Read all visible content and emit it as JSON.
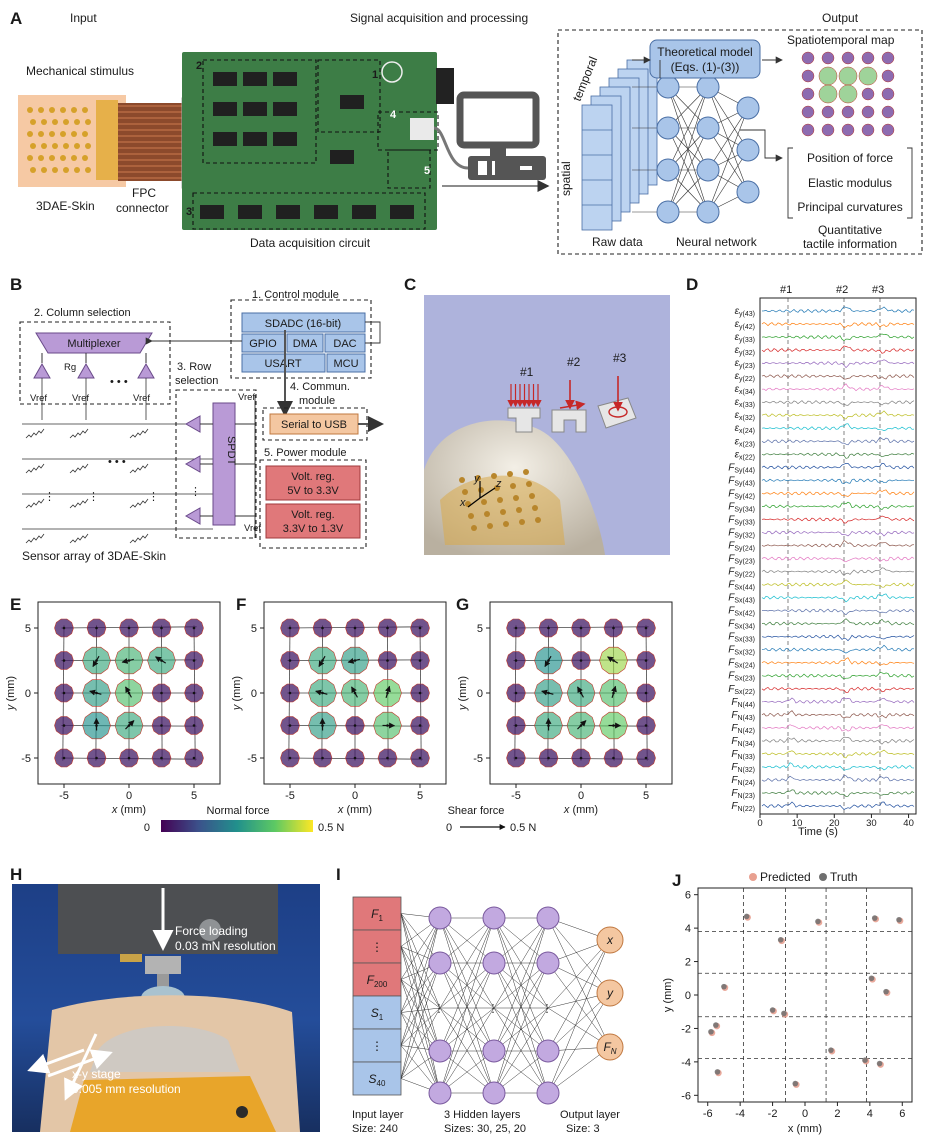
{
  "panel_letters": [
    "A",
    "B",
    "C",
    "D",
    "E",
    "F",
    "G",
    "H",
    "I",
    "J"
  ],
  "panel_a": {
    "section_input": "Input",
    "section_signal": "Signal acquisition and processing",
    "section_output": "Output",
    "mech_stimulus": "Mechanical stimulus",
    "skin_label": "3DAE-Skin",
    "fpc_label_1": "FPC",
    "fpc_label_2": "connector",
    "circuit_label": "Data acquisition circuit",
    "circuit_regions": [
      "1",
      "2",
      "3",
      "4",
      "5"
    ],
    "temporal": "temporal",
    "spatial": "spatial",
    "raw_data": "Raw data",
    "neural_network": "Neural network",
    "theory_1": "Theoretical model",
    "theory_2": "(Eqs. (1)-(3))",
    "spatiotemporal": "Spatiotemporal map",
    "outputs": [
      "Position of force",
      "Elastic modulus",
      "Principal curvatures"
    ],
    "quant_1": "Quantitative",
    "quant_2": "tactile information"
  },
  "panel_b": {
    "control_module": "1. Control module",
    "sdadc": "SDADC (16-bit)",
    "gpio": "GPIO",
    "dma": "DMA",
    "dac": "DAC",
    "usart": "USART",
    "mcu": "MCU",
    "column_selection": "2. Column selection",
    "multiplexer": "Multiplexer",
    "rg": "Rg",
    "vref": "Vref",
    "dots": "• • •",
    "row_selection_1": "3. Row",
    "row_selection_2": "selection",
    "spdt": "SPDT",
    "commun_1": "4. Commun.",
    "commun_2": "module",
    "serial": "Serial to USB",
    "power_module": "5. Power module",
    "volt1_1": "Volt. reg.",
    "volt1_2": "5V to 3.3V",
    "volt2_1": "Volt. reg.",
    "volt2_2": "3.3V to 1.3V",
    "array_caption": "Sensor array of 3DAE-Skin"
  },
  "panel_c": {
    "stim_labels": [
      "#1",
      "#2",
      "#3"
    ],
    "axis_x": "x",
    "axis_y": "y",
    "axis_z": "z"
  },
  "panel_d": {
    "markers": [
      "#1",
      "#2",
      "#3"
    ],
    "channels": [
      {
        "sym": "ε",
        "sub": "y(43)"
      },
      {
        "sym": "ε",
        "sub": "y(42)"
      },
      {
        "sym": "ε",
        "sub": "y(33)"
      },
      {
        "sym": "ε",
        "sub": "y(32)"
      },
      {
        "sym": "ε",
        "sub": "y(23)"
      },
      {
        "sym": "ε",
        "sub": "y(22)"
      },
      {
        "sym": "ε",
        "sub": "x(34)"
      },
      {
        "sym": "ε",
        "sub": "x(33)"
      },
      {
        "sym": "ε",
        "sub": "x(32)"
      },
      {
        "sym": "ε",
        "sub": "x(24)"
      },
      {
        "sym": "ε",
        "sub": "x(23)"
      },
      {
        "sym": "ε",
        "sub": "x(22)"
      },
      {
        "sym": "F",
        "sub": "Sy(44)"
      },
      {
        "sym": "F",
        "sub": "Sy(43)"
      },
      {
        "sym": "F",
        "sub": "Sy(42)"
      },
      {
        "sym": "F",
        "sub": "Sy(34)"
      },
      {
        "sym": "F",
        "sub": "Sy(33)"
      },
      {
        "sym": "F",
        "sub": "Sy(32)"
      },
      {
        "sym": "F",
        "sub": "Sy(24)"
      },
      {
        "sym": "F",
        "sub": "Sy(23)"
      },
      {
        "sym": "F",
        "sub": "Sy(22)"
      },
      {
        "sym": "F",
        "sub": "Sx(44)"
      },
      {
        "sym": "F",
        "sub": "Sx(43)"
      },
      {
        "sym": "F",
        "sub": "Sx(42)"
      },
      {
        "sym": "F",
        "sub": "Sx(34)"
      },
      {
        "sym": "F",
        "sub": "Sx(33)"
      },
      {
        "sym": "F",
        "sub": "Sx(32)"
      },
      {
        "sym": "F",
        "sub": "Sx(24)"
      },
      {
        "sym": "F",
        "sub": "Sx(23)"
      },
      {
        "sym": "F",
        "sub": "Sx(22)"
      },
      {
        "sym": "F",
        "sub": "N(44)"
      },
      {
        "sym": "F",
        "sub": "N(43)"
      },
      {
        "sym": "F",
        "sub": "N(42)"
      },
      {
        "sym": "F",
        "sub": "N(34)"
      },
      {
        "sym": "F",
        "sub": "N(33)"
      },
      {
        "sym": "F",
        "sub": "N(32)"
      },
      {
        "sym": "F",
        "sub": "N(24)"
      },
      {
        "sym": "F",
        "sub": "N(23)"
      },
      {
        "sym": "F",
        "sub": "N(22)"
      }
    ],
    "trace_colors": [
      "#1f77b4",
      "#ff7f0e",
      "#2ca02c",
      "#d62728",
      "#9467bd",
      "#8c564b",
      "#e377c2",
      "#7f7f7f",
      "#bcbd22",
      "#17becf",
      "#5a6fa8",
      "#3d7d3d",
      "#1f4e9e"
    ],
    "xticks": [
      "0",
      "10",
      "20",
      "30",
      "40"
    ],
    "xlabel": "Time (s)"
  },
  "panel_efg": {
    "xticks": [
      "-5",
      "0",
      "5"
    ],
    "yticks": [
      "5",
      "0",
      "-5"
    ],
    "xlabel_var": "x",
    "xlabel_unit": " (mm)",
    "ylabel_var": "y",
    "ylabel_unit": " (mm)",
    "colorbar_title": "Normal force",
    "colorbar_min": "0",
    "colorbar_max": "0.5 N",
    "shear_title": "Shear force",
    "shear_min": "0",
    "shear_max": "0.5 N"
  },
  "panel_h": {
    "force_1": "Force loading",
    "force_2": "0.03 mN resolution",
    "stage_1": "x-y stage",
    "stage_2": "0.005 mm resolution"
  },
  "panel_i": {
    "inputs": [
      {
        "main": "F",
        "sub": "1"
      },
      {
        "main": "⋮",
        "sub": ""
      },
      {
        "main": "F",
        "sub": "200"
      },
      {
        "main": "S",
        "sub": "1"
      },
      {
        "main": "⋮",
        "sub": ""
      },
      {
        "main": "S",
        "sub": "40"
      }
    ],
    "outputs": [
      {
        "main": "x",
        "sub": ""
      },
      {
        "main": "y",
        "sub": ""
      },
      {
        "main": "F",
        "sub": "N"
      }
    ],
    "input_layer_1": "Input layer",
    "input_layer_2": "Size: 240",
    "hidden_1": "3 Hidden layers",
    "hidden_2": "Sizes: 30, 25, 20",
    "output_1": "Output layer",
    "output_2": "Size: 3",
    "vdots": "⋮"
  },
  "chart_data": {
    "type": "scatter",
    "legend": [
      "Predicted",
      "Truth"
    ],
    "legend_position": "top",
    "colors": {
      "predicted": "#e8a090",
      "truth": "#6f6f6f"
    },
    "xlabel": "x (mm)",
    "ylabel": "y (mm)",
    "xlim": [
      -6.6,
      6.6
    ],
    "ylim": [
      -6.4,
      6.4
    ],
    "xticks": [
      -6,
      -4,
      -2,
      0,
      2,
      4,
      6
    ],
    "yticks": [
      -6,
      -4,
      -2,
      0,
      2,
      4,
      6
    ],
    "grid_x": [
      -3.8,
      -1.2,
      1.3,
      3.8
    ],
    "grid_y": [
      3.8,
      1.3,
      -1.3,
      -3.8
    ],
    "points": [
      [
        -3.6,
        4.7
      ],
      [
        -1.5,
        3.3
      ],
      [
        0.8,
        4.4
      ],
      [
        4.3,
        4.6
      ],
      [
        5.8,
        4.5
      ],
      [
        -5.0,
        0.5
      ],
      [
        -2.0,
        -0.9
      ],
      [
        -1.3,
        -1.1
      ],
      [
        4.1,
        1.0
      ],
      [
        5.0,
        0.2
      ],
      [
        -5.8,
        -2.2
      ],
      [
        -5.5,
        -1.8
      ],
      [
        1.6,
        -3.3
      ],
      [
        3.7,
        -3.9
      ],
      [
        4.6,
        -4.1
      ],
      [
        -5.4,
        -4.6
      ],
      [
        -0.6,
        -5.3
      ]
    ]
  }
}
